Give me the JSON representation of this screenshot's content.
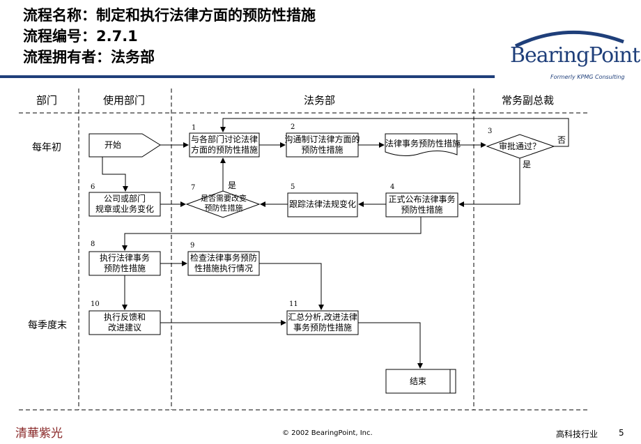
{
  "header": {
    "line1": "流程名称：制定和执行法律方面的预防性措施",
    "line2": "流程编号：2.7.1",
    "line3": "流程拥有者：法务部"
  },
  "logo": {
    "name": "BearingPoint",
    "tagline": "Formerly KPMG Consulting"
  },
  "columns": [
    "部门",
    "使用部门",
    "法务部",
    "常务副总裁"
  ],
  "rows": [
    "每年初",
    "每季度末"
  ],
  "nodes": {
    "start": "开始",
    "n1_line1": "与各部门讨论法律",
    "n1_line2": "方面的预防性措施",
    "n2_line1": "沟通制订法律方面的",
    "n2_line2": "预防性措施",
    "doc_measure": "法律事务预防性措施",
    "d3": "审批通过？",
    "n4_line1": "正式公布法律事务",
    "n4_line2": "预防性措施",
    "n5": "跟踪法律法规变化",
    "n6_line1": "公司或部门",
    "n6_line2": "规章或业务变化",
    "d7_line1": "是否需要改变",
    "d7_line2": "预防性措施",
    "n8_line1": "执行法律事务",
    "n8_line2": "预防性措施",
    "n9_line1": "检查法律事务预防",
    "n9_line2": "性措施执行情况",
    "n10_line1": "执行反馈和",
    "n10_line2": "改进建议",
    "n11_line1": "汇总分析,改进法律",
    "n11_line2": "事务预防性措施",
    "end": "结束"
  },
  "numbers": {
    "n1": "1",
    "n2": "2",
    "n3": "3",
    "n4": "4",
    "n5": "5",
    "n6": "6",
    "n7": "7",
    "n8": "8",
    "n9": "9",
    "n10": "10",
    "n11": "11"
  },
  "branch_labels": {
    "d3_no": "否",
    "d3_yes": "是",
    "d7_yes": "是"
  },
  "footer": {
    "brand": "清華紫光",
    "copyright": "© 2002 BearingPoint, Inc.",
    "industry": "高科技行业",
    "page": "5"
  },
  "colors": {
    "title_rule": "#1f3f7a",
    "brand_mark": "#8a2a2a"
  }
}
